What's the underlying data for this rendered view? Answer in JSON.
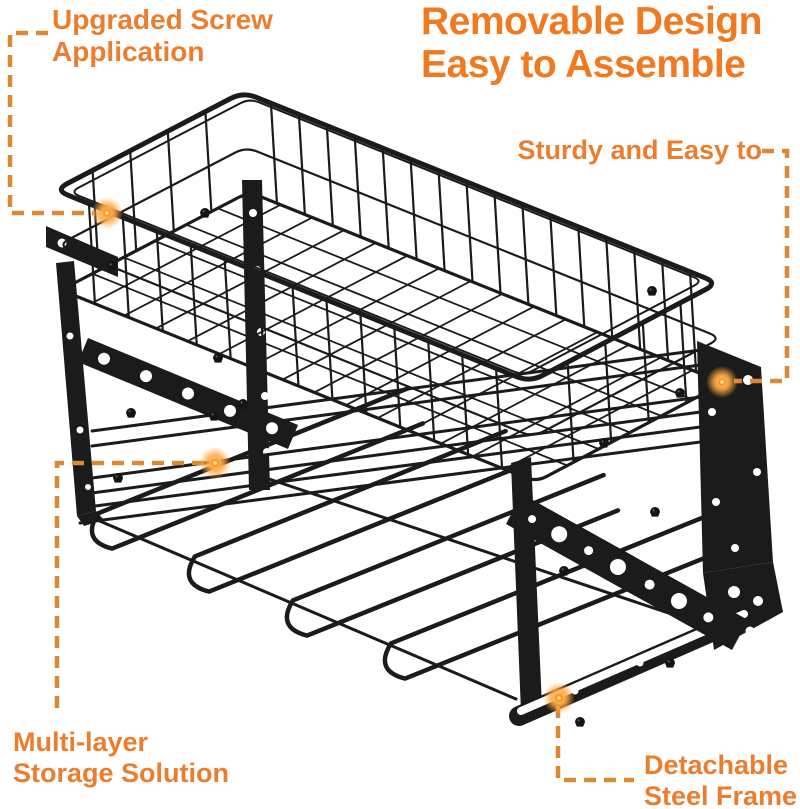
{
  "image": {
    "description": "Black metal power-tool organizer wall rack, exploded render with orange feature callouts",
    "background": "#ffffff"
  },
  "colors": {
    "headline": "#F1791F",
    "label": "#EC7D2E",
    "dash": "#DB8A33",
    "glow": "#FFA643",
    "metal": "#1B1B1B"
  },
  "headline": {
    "line1": "Removable Design",
    "line2": "Easy to Assemble"
  },
  "callouts": {
    "upgraded_screw": {
      "line1": "Upgraded Screw",
      "line2": "Application"
    },
    "sturdy": {
      "text": "Sturdy and Easy to"
    },
    "multi_layer": {
      "line1": "Multi-layer",
      "line2": "Storage Solution"
    },
    "detachable": {
      "line1": "Detachable",
      "line2": "Steel Frame"
    }
  }
}
